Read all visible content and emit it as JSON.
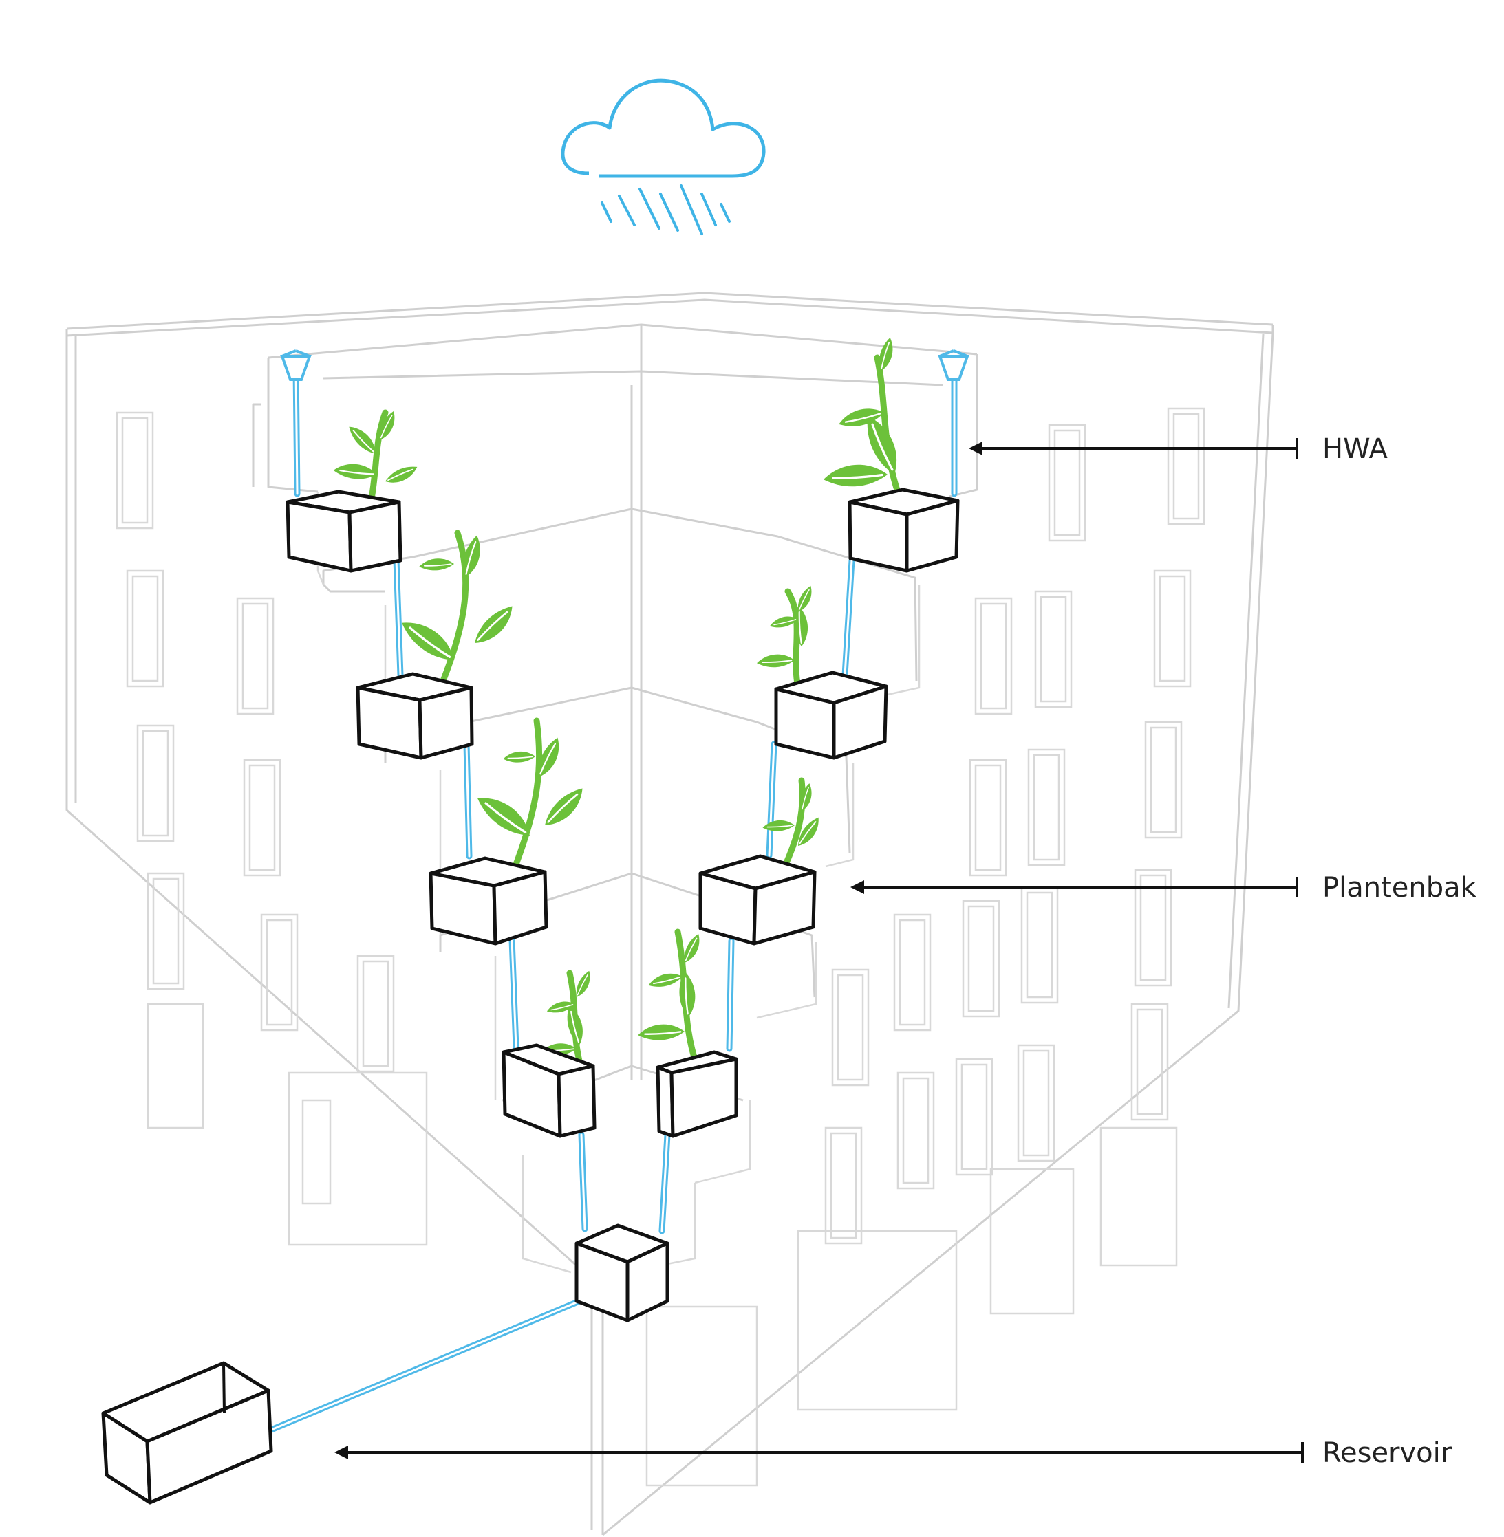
{
  "diagram": {
    "labels": {
      "hwa": "HWA",
      "plantenbak": "Plantenbak",
      "reservoir": "Reservoir"
    },
    "colors": {
      "water": "#4fb9e8",
      "plant": "#6cc13a",
      "building": "#cfcfcf",
      "box": "#111111",
      "text": "#222222"
    },
    "icons": [
      "rain-cloud-icon",
      "plant-icon",
      "downpipe-funnel-icon"
    ]
  }
}
